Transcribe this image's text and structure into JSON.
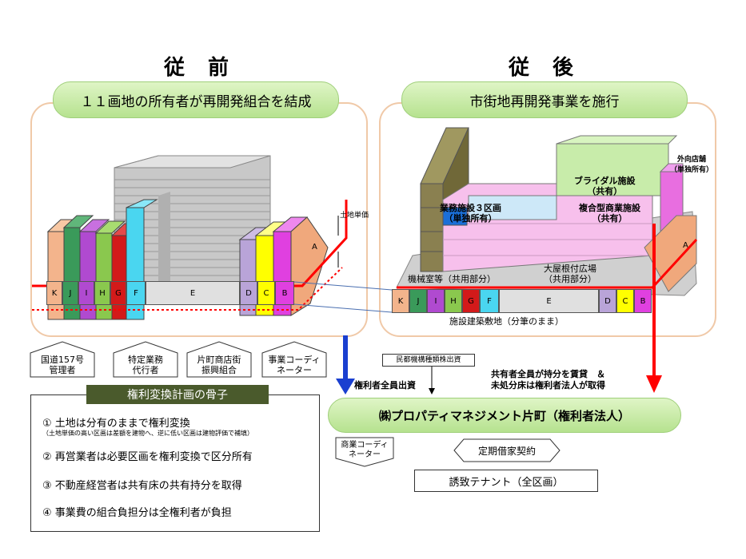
{
  "left": {
    "title": "従 前",
    "banner": "１１画地の所有者が再開発組合を結成",
    "segments": [
      "K",
      "J",
      "I",
      "H",
      "G",
      "F",
      "E",
      "D",
      "C",
      "B",
      "A"
    ],
    "land_price_label": "土地単価",
    "stakeholders": [
      "国道157号\n管理者",
      "特定業務\n代行者",
      "片町商店街\n振興組合",
      "事業コーディ\nネーター"
    ],
    "plan_box": {
      "header": "権利変換計画の骨子",
      "items": [
        "① 土地は分有のままで権利変換",
        "② 再営業者は必要区画を権利変換で区分所有",
        "③ 不動産経営者は共有床の共有持分を取得",
        "④ 事業費の組合負担分は全権利者が負担"
      ],
      "note": "（土地単価の高い区画は差額を建物へ、逆に低い区画は建物評価で補填）"
    }
  },
  "right": {
    "title": "従 後",
    "banner": "市街地再開発事業を施行",
    "segments": [
      "K",
      "J",
      "I",
      "H",
      "G",
      "F",
      "E",
      "D",
      "C",
      "B",
      "A"
    ],
    "labels": {
      "outer_shop": "外向店舗\n（単独所有）",
      "bridal": "ブライダル施設\n（共有）",
      "complex": "複合型商業施設\n（共有）",
      "business": "業務施設３区画\n（単独所有）",
      "machine": "機械室等（共用部分）",
      "roof": "大屋根付広場\n（共用部分）",
      "site": "施設建築敷地（分筆のまま）"
    }
  },
  "flow": {
    "private_finance": "民都機構種類株出資",
    "all_rights": "権利者全員出資",
    "co_owners": "共有者全員が持分を賃貸　＆\n未処分床は権利者法人が取得",
    "company": "㈱プロパティマネジメント片町（権利者法人）",
    "coordinator": "商業コーディ\nネーター",
    "lease": "定期借家契約",
    "tenants": "誘致テナント（全区画）"
  },
  "colors": {
    "frame": "#f0c9a8",
    "banner": "#b6e28f",
    "red": "#ff0000",
    "blue": "#1a3fd0",
    "header_bg": "#4a5a2c"
  }
}
